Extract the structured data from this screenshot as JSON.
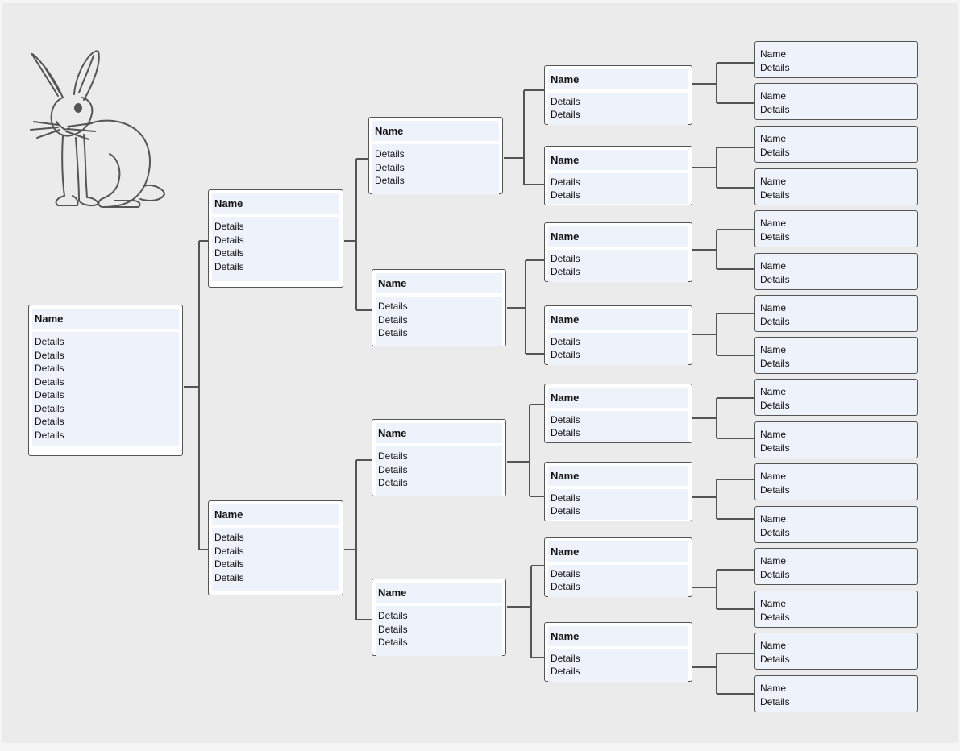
{
  "tree": {
    "root": {
      "name": "Name",
      "details": [
        "Details",
        "Details",
        "Details",
        "Details",
        "Details",
        "Details",
        "Details",
        "Details"
      ]
    },
    "gen1": [
      {
        "name": "Name",
        "details": [
          "Details",
          "Details",
          "Details",
          "Details"
        ]
      },
      {
        "name": "Name",
        "details": [
          "Details",
          "Details",
          "Details",
          "Details"
        ]
      }
    ],
    "gen2": [
      {
        "name": "Name",
        "details": [
          "Details",
          "Details",
          "Details"
        ]
      },
      {
        "name": "Name",
        "details": [
          "Details",
          "Details",
          "Details"
        ]
      },
      {
        "name": "Name",
        "details": [
          "Details",
          "Details",
          "Details"
        ]
      },
      {
        "name": "Name",
        "details": [
          "Details",
          "Details",
          "Details"
        ]
      }
    ],
    "gen3": [
      {
        "name": "Name",
        "details": [
          "Details",
          "Details"
        ]
      },
      {
        "name": "Name",
        "details": [
          "Details",
          "Details"
        ]
      },
      {
        "name": "Name",
        "details": [
          "Details",
          "Details"
        ]
      },
      {
        "name": "Name",
        "details": [
          "Details",
          "Details"
        ]
      },
      {
        "name": "Name",
        "details": [
          "Details",
          "Details"
        ]
      },
      {
        "name": "Name",
        "details": [
          "Details",
          "Details"
        ]
      },
      {
        "name": "Name",
        "details": [
          "Details",
          "Details"
        ]
      },
      {
        "name": "Name",
        "details": [
          "Details",
          "Details"
        ]
      }
    ],
    "gen4": [
      {
        "name": "Name",
        "details": "Details"
      },
      {
        "name": "Name",
        "details": "Details"
      },
      {
        "name": "Name",
        "details": "Details"
      },
      {
        "name": "Name",
        "details": "Details"
      },
      {
        "name": "Name",
        "details": "Details"
      },
      {
        "name": "Name",
        "details": "Details"
      },
      {
        "name": "Name",
        "details": "Details"
      },
      {
        "name": "Name",
        "details": "Details"
      },
      {
        "name": "Name",
        "details": "Details"
      },
      {
        "name": "Name",
        "details": "Details"
      },
      {
        "name": "Name",
        "details": "Details"
      },
      {
        "name": "Name",
        "details": "Details"
      },
      {
        "name": "Name",
        "details": "Details"
      },
      {
        "name": "Name",
        "details": "Details"
      },
      {
        "name": "Name",
        "details": "Details"
      },
      {
        "name": "Name",
        "details": "Details"
      }
    ]
  },
  "colors": {
    "line": "#555555",
    "box_fill": "#eef2fb",
    "background": "#ebebeb",
    "illustration": "#555555"
  },
  "illustration": {
    "name": "rabbit-illustration"
  }
}
